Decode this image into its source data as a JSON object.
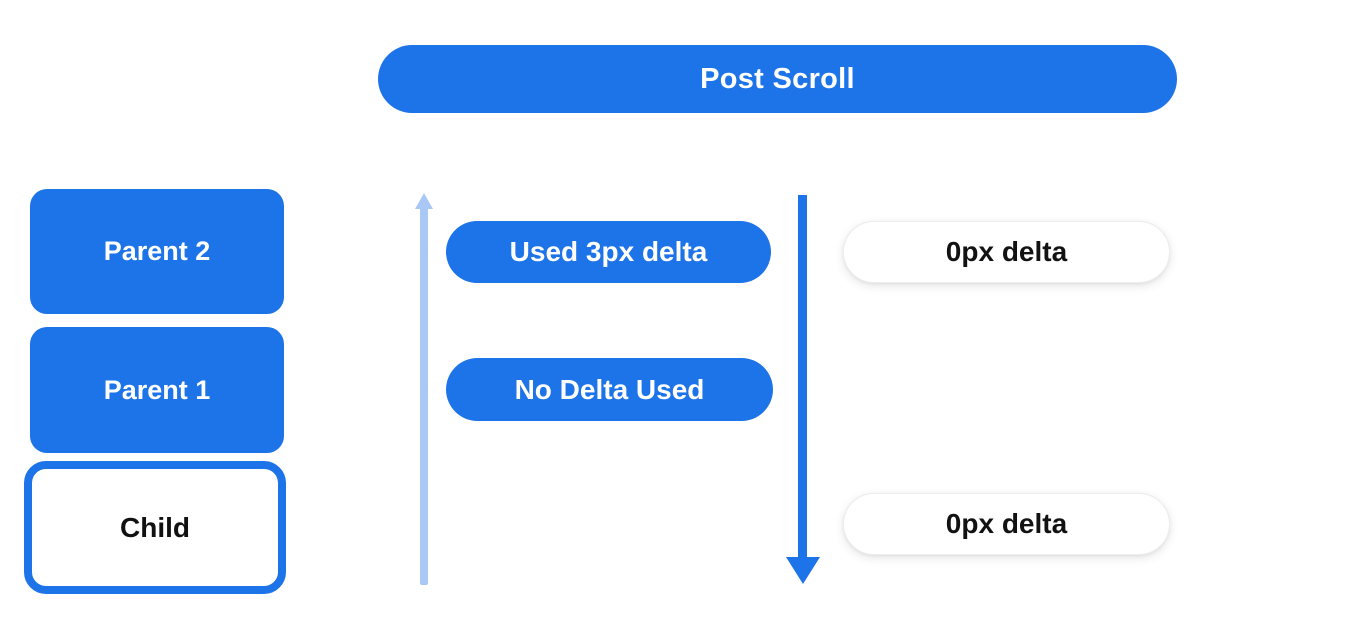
{
  "diagram": {
    "title": "Post Scroll",
    "left_stack": {
      "boxes": [
        {
          "id": "parent-2",
          "label": "Parent 2",
          "style": "filled"
        },
        {
          "id": "parent-1",
          "label": "Parent 1",
          "style": "filled"
        },
        {
          "id": "child",
          "label": "Child",
          "style": "outlined"
        }
      ]
    },
    "annotations": {
      "used_delta": "Used 3px delta",
      "no_delta": "No Delta Used",
      "zero_delta_top": "0px delta",
      "zero_delta_bottom": "0px delta"
    },
    "arrows": [
      {
        "id": "up-arrow",
        "direction": "up",
        "color": "#aac8f5"
      },
      {
        "id": "down-arrow",
        "direction": "down",
        "color": "#1d73e8"
      }
    ],
    "colors": {
      "primary_blue": "#1d73e8",
      "light_blue": "#aac8f5",
      "background": "#ffffff",
      "dark_text": "#121212"
    }
  }
}
